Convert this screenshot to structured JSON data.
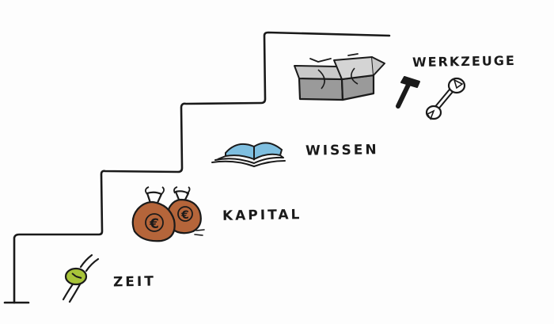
{
  "steps": [
    {
      "label": "ZEIT",
      "icon": "watch-icon"
    },
    {
      "label": "KAPITAL",
      "icon": "money-bags-icon"
    },
    {
      "label": "WISSEN",
      "icon": "book-icon"
    },
    {
      "label": "WERKZEUGE",
      "icon": "toolbox-icon"
    }
  ],
  "money_symbol": "€",
  "colors": {
    "ink": "#1a1a1a",
    "watch": "#a8c43a",
    "money_bag": "#b5653a",
    "book": "#7fbfe0",
    "toolbox": "#9a9a9a"
  }
}
